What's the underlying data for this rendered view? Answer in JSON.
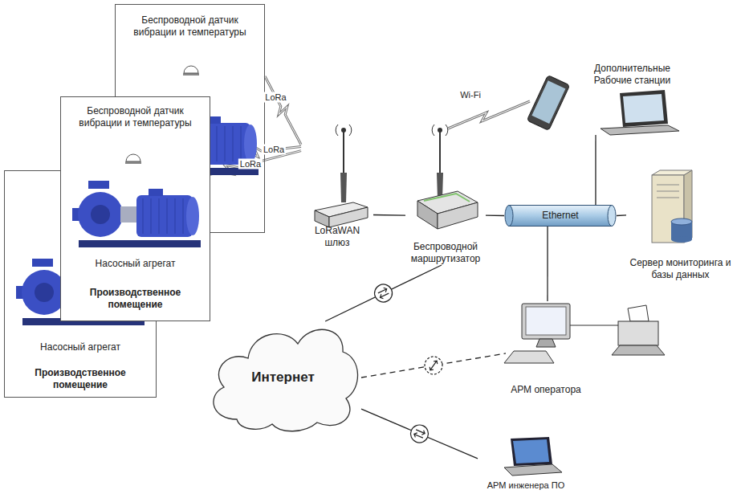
{
  "diagram": {
    "nodes": [
      {
        "text": [
          "Беспроводной датчик вибрации и температуры"
        ]
      },
      {
        "text": [
          "Беспроводной датчик вибрации и температуры",
          "Насосный агрегат",
          "Производственное помещение"
        ]
      },
      {
        "text": [
          "Насосный агрегат",
          "Производственное помещение"
        ]
      },
      {
        "text": [
          "Дополнительные Рабочие станции"
        ]
      },
      {
        "text": [
          "LoRaWAN шлюз"
        ]
      },
      {
        "text": [
          "Беспроводной маршрутизатор"
        ]
      },
      {
        "text": [
          "Ethernet"
        ]
      },
      {
        "text": [
          "Сервер мониторинга и базы данных"
        ]
      },
      {
        "text": [
          "АРМ оператора"
        ]
      },
      {
        "text": [
          "Интернет"
        ]
      },
      {
        "text": [
          "АРМ инженера ПО"
        ]
      }
    ],
    "edges": [
      {
        "from": 0,
        "to": 4,
        "label": "LoRa",
        "arrow": "none"
      },
      {
        "from": 1,
        "to": 4,
        "label": "LoRa",
        "arrow": "none"
      },
      {
        "from": 2,
        "to": 4,
        "label": "LoRa",
        "arrow": "none"
      },
      {
        "from": 4,
        "to": 5,
        "arrow": "none"
      },
      {
        "from": 5,
        "to": 6,
        "arrow": "none"
      },
      {
        "from": 6,
        "to": 3,
        "arrow": "none"
      },
      {
        "from": 6,
        "to": 7,
        "arrow": "none"
      },
      {
        "from": 6,
        "to": 8,
        "arrow": "none"
      },
      {
        "from": 5,
        "to": 9,
        "arrow": "none"
      },
      {
        "from": 9,
        "to": 8,
        "arrow": "none"
      },
      {
        "from": 9,
        "to": 10,
        "arrow": "none"
      }
    ],
    "labels": [
      "Wi-Fi"
    ]
  }
}
